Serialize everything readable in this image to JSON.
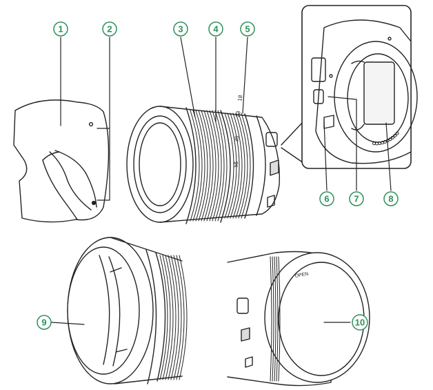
{
  "callouts": [
    "1",
    "2",
    "3",
    "4",
    "5",
    "6",
    "7",
    "8",
    "9",
    "10"
  ],
  "zoom_marks": [
    "18",
    "23",
    "35",
    "55"
  ],
  "cap_text": "OPEN",
  "colors": {
    "callout": "#2f8f5a",
    "line": "#222222",
    "fill": "#ffffff",
    "shade": "#f4f4f4"
  }
}
